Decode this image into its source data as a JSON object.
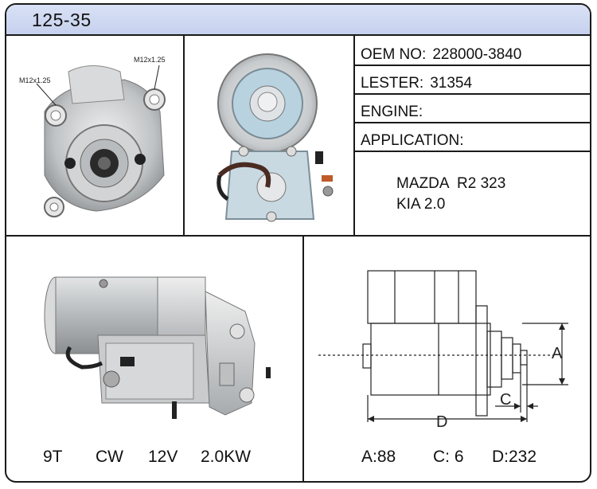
{
  "header": {
    "title": "125-35"
  },
  "front_view": {
    "label_left": "M12x1.25",
    "label_right": "M12x1.25"
  },
  "specs": {
    "oem": {
      "label": "OEM NO:",
      "value": "228000-3840"
    },
    "lester": {
      "label": "LESTER:",
      "value": "31354"
    },
    "engine": {
      "label": "ENGINE:",
      "value": ""
    },
    "application": {
      "label": "APPLICATION:"
    },
    "applications": [
      "MAZDA  R2 323",
      "KIA 2.0"
    ]
  },
  "bottom_left": {
    "teeth": "9T",
    "rotation": "CW",
    "voltage": "12V",
    "power": "2.0KW"
  },
  "bottom_right": {
    "a": "A:88",
    "c": "C: 6",
    "d": "D:232"
  },
  "diagram": {
    "label_a": "A",
    "label_c": "C",
    "label_d": "D"
  },
  "colors": {
    "header_bg": "#c6d1ee",
    "border": "#1a1a1a"
  }
}
